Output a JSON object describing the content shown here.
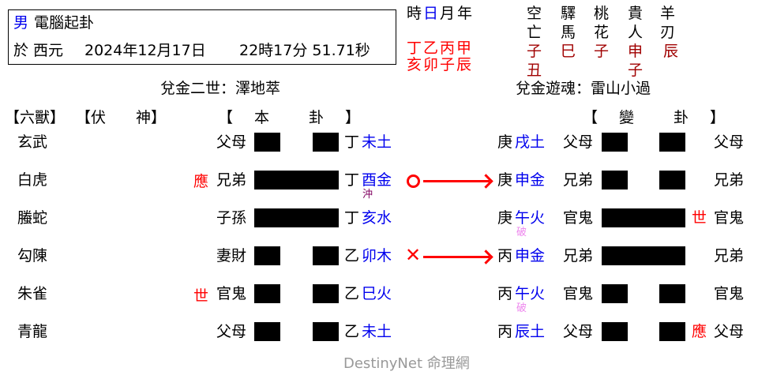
{
  "header": {
    "gender": "男",
    "method": "電腦起卦",
    "date_prefix": "於 西元",
    "date": "2024年12月17日",
    "time": "22時17分 51.71秒"
  },
  "pillars": {
    "labels": [
      "時",
      "日",
      "月",
      "年"
    ],
    "stems": "丁乙丙甲",
    "branches": "亥卯子辰"
  },
  "shensha": [
    {
      "name1": "空",
      "name2": "亡",
      "values": [
        "子",
        "丑"
      ]
    },
    {
      "name1": "驛",
      "name2": "馬",
      "values": [
        "巳"
      ]
    },
    {
      "name1": "桃",
      "name2": "花",
      "values": [
        "子"
      ]
    },
    {
      "name1": "貴",
      "name2": "人",
      "values": [
        "申",
        "子"
      ]
    },
    {
      "name1": "羊",
      "name2": "刃",
      "values": [
        "辰"
      ]
    }
  ],
  "main_hexagram": {
    "title": "兌金二世：澤地萃",
    "header": "【　本　　卦　】"
  },
  "changed_hexagram": {
    "title": "兌金遊魂：雷山小過",
    "header": "【　變　　卦　】"
  },
  "column_headers": {
    "six_beasts": "【六獸】",
    "hidden_spirit": "【伏　　神】"
  },
  "rows": [
    {
      "beast": "玄武",
      "marker": "",
      "relation": "父母",
      "yin": true,
      "stem": "丁",
      "branch": "未土",
      "note": "",
      "change_mark": "",
      "c_stem": "庚",
      "c_branch": "戌土",
      "c_note": "",
      "c_relation": "父母",
      "c_yin": true,
      "c_marker": "",
      "c_relation2": "父母"
    },
    {
      "beast": "白虎",
      "marker": "應",
      "relation": "兄弟",
      "yin": false,
      "stem": "丁",
      "branch": "酉金",
      "note": "沖",
      "change_mark": "O",
      "c_stem": "庚",
      "c_branch": "申金",
      "c_note": "",
      "c_relation": "兄弟",
      "c_yin": true,
      "c_marker": "",
      "c_relation2": "兄弟"
    },
    {
      "beast": "螣蛇",
      "marker": "",
      "relation": "子孫",
      "yin": false,
      "stem": "丁",
      "branch": "亥水",
      "note": "",
      "change_mark": "",
      "c_stem": "庚",
      "c_branch": "午火",
      "c_note": "破",
      "c_relation": "官鬼",
      "c_yin": false,
      "c_marker": "世",
      "c_relation2": "官鬼"
    },
    {
      "beast": "勾陳",
      "marker": "",
      "relation": "妻財",
      "yin": true,
      "stem": "乙",
      "branch": "卯木",
      "note": "",
      "change_mark": "X",
      "c_stem": "丙",
      "c_branch": "申金",
      "c_note": "",
      "c_relation": "兄弟",
      "c_yin": false,
      "c_marker": "",
      "c_relation2": "兄弟"
    },
    {
      "beast": "朱雀",
      "marker": "世",
      "relation": "官鬼",
      "yin": true,
      "stem": "乙",
      "branch": "巳火",
      "note": "",
      "change_mark": "",
      "c_stem": "丙",
      "c_branch": "午火",
      "c_note": "破",
      "c_relation": "官鬼",
      "c_yin": true,
      "c_marker": "",
      "c_relation2": "官鬼"
    },
    {
      "beast": "青龍",
      "marker": "",
      "relation": "父母",
      "yin": true,
      "stem": "乙",
      "branch": "未土",
      "note": "",
      "change_mark": "",
      "c_stem": "丙",
      "c_branch": "辰土",
      "c_note": "",
      "c_relation": "父母",
      "c_yin": true,
      "c_marker": "應",
      "c_relation2": "父母"
    }
  ],
  "footer": {
    "watermark": "DestinyNet 命理網"
  },
  "colors": {
    "accent_red": "#ff0000",
    "branch_blue": "#0000ee",
    "shensha_darkred": "#a00000",
    "po_pink": "#ee88ee",
    "chong_purple": "#800060"
  }
}
